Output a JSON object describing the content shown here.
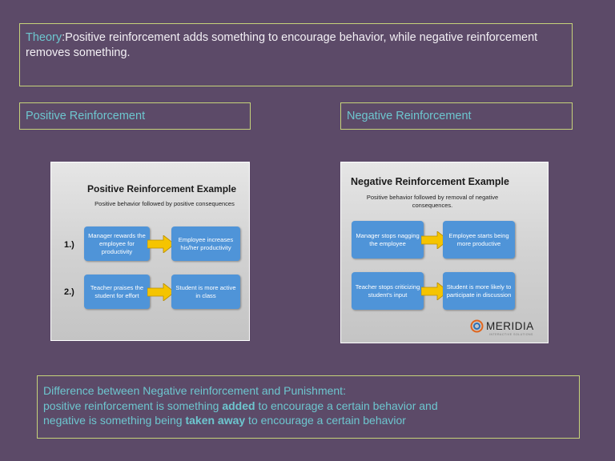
{
  "theory": {
    "label": "Theory",
    "text": ":Positive reinforcement adds something to encourage behavior, while negative reinforcement removes something."
  },
  "headers": {
    "positive": "Positive Reinforcement",
    "negative": "Negative Reinforcement"
  },
  "positive_slide": {
    "title": "Positive Reinforcement Example",
    "subtitle": "Positive behavior followed by positive consequences",
    "rows": [
      {
        "number": "1.)",
        "left": "Manager rewards the employee for productivity",
        "right": "Employee increases his/her productivity"
      },
      {
        "number": "2.)",
        "left": "Teacher praises the student for effort",
        "right": "Student is more active in class"
      }
    ]
  },
  "negative_slide": {
    "title": "Negative Reinforcement Example",
    "subtitle": "Positive behavior followed by removal of negative consequences.",
    "rows": [
      {
        "left": "Manager stops nagging the employee",
        "right": "Employee starts being more productive"
      },
      {
        "left": "Teacher stops criticizing student's input",
        "right": "Student is more likely to participate in discussion"
      }
    ],
    "logo": "MERIDIA",
    "logo_tagline": "INTERACTIVE SOLUTIONS"
  },
  "difference": {
    "line1": "Difference between Negative reinforcement and Punishment:",
    "line2_pre": "positive reinforcement is something ",
    "line2_bold": "added",
    "line2_post": " to encourage a certain behavior and",
    "line3_pre": "negative is something being ",
    "line3_bold": "taken away",
    "line3_post": " to encourage a certain behavior"
  },
  "colors": {
    "background": "#5c4a68",
    "border": "#c6d37a",
    "accent": "#6dc6cf",
    "bubble": "#4f94d8",
    "arrow": "#f5c400"
  }
}
